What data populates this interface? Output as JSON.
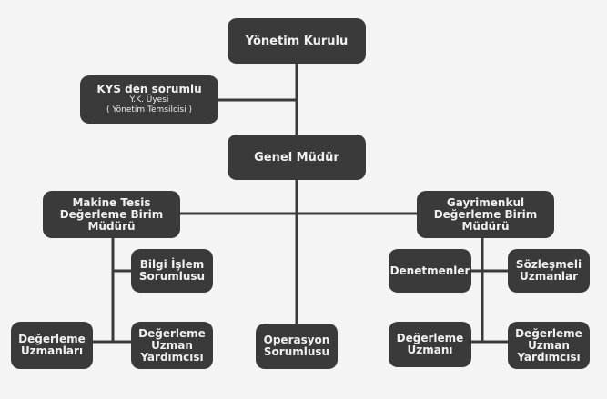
{
  "nodes": {
    "board": {
      "label": "Yönetim Kurulu"
    },
    "kys": {
      "line1": "KYS den sorumlu",
      "line2": "Y.K. Üyesi",
      "line3": "( Yönetim Temsilcisi )"
    },
    "gm": {
      "label": "Genel Müdür"
    },
    "machine": {
      "line1": "Makine Tesis",
      "line2": "Değerleme Birim",
      "line3": "Müdürü"
    },
    "realestate": {
      "line1": "Gayrimenkul",
      "line2": "Değerleme Birim",
      "line3": "Müdürü"
    },
    "it": {
      "line1": "Bilgi İşlem",
      "line2": "Sorumlusu"
    },
    "experts_left": {
      "line1": "Değerleme",
      "line2": "Uzmanları"
    },
    "assistants_left": {
      "line1": "Değerleme",
      "line2": "Uzman",
      "line3": "Yardımcısı"
    },
    "operations": {
      "line1": "Operasyon",
      "line2": "Sorumlusu"
    },
    "auditors": {
      "label": "Denetmenler"
    },
    "contract": {
      "line1": "Sözleşmeli",
      "line2": "Uzmanlar"
    },
    "expert_right": {
      "line1": "Değerleme",
      "line2": "Uzmanı"
    },
    "assistants_right": {
      "line1": "Değerleme",
      "line2": "Uzman",
      "line3": "Yardımcısı"
    }
  },
  "colors": {
    "box": "#3a3a3a",
    "text": "#f0f0f0",
    "line": "#3a3a3a",
    "background": "#f4f4f4"
  }
}
